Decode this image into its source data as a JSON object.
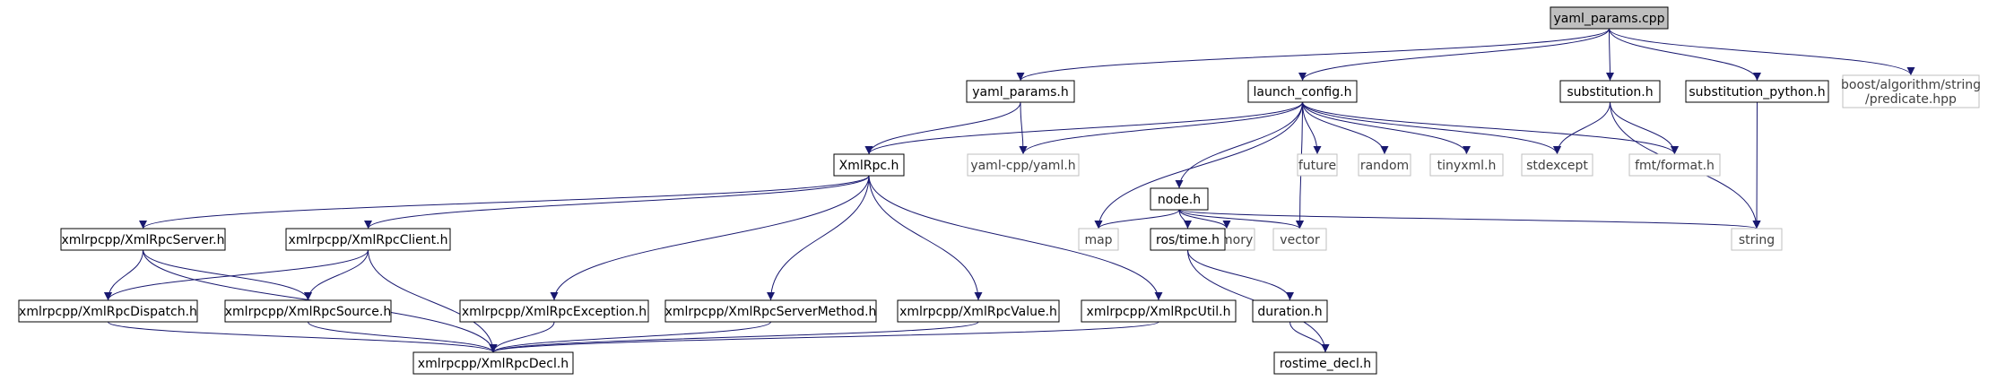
{
  "diagram": {
    "colors": {
      "edge": "#191970",
      "node_border": "#000000",
      "ext_border": "#bfbfbf",
      "root_fill": "#bfbfbf",
      "text": "#000000",
      "ext_text": "#404040"
    },
    "nodes": [
      {
        "id": "yaml_params_cpp",
        "label": "yaml_params.cpp",
        "kind": "root"
      },
      {
        "id": "yaml_params_h",
        "label": "yaml_params.h",
        "kind": "local"
      },
      {
        "id": "launch_config_h",
        "label": "launch_config.h",
        "kind": "local"
      },
      {
        "id": "substitution_h",
        "label": "substitution.h",
        "kind": "local"
      },
      {
        "id": "substitution_python_h",
        "label": "substitution_python.h",
        "kind": "local"
      },
      {
        "id": "boost_predicate",
        "label": "boost/algorithm/string\n/predicate.hpp",
        "kind": "external"
      },
      {
        "id": "xmlrpc_h",
        "label": "XmlRpc.h",
        "kind": "local"
      },
      {
        "id": "yaml_cpp",
        "label": "yaml-cpp/yaml.h",
        "kind": "external"
      },
      {
        "id": "node_h",
        "label": "node.h",
        "kind": "local"
      },
      {
        "id": "future",
        "label": "future",
        "kind": "external"
      },
      {
        "id": "random",
        "label": "random",
        "kind": "external"
      },
      {
        "id": "tinyxml",
        "label": "tinyxml.h",
        "kind": "external"
      },
      {
        "id": "stdexcept",
        "label": "stdexcept",
        "kind": "external"
      },
      {
        "id": "fmt_format",
        "label": "fmt/format.h",
        "kind": "external"
      },
      {
        "id": "map",
        "label": "map",
        "kind": "external"
      },
      {
        "id": "memory",
        "label": "memory",
        "kind": "external"
      },
      {
        "id": "vector",
        "label": "vector",
        "kind": "external"
      },
      {
        "id": "string",
        "label": "string",
        "kind": "external"
      },
      {
        "id": "ros_time",
        "label": "ros/time.h",
        "kind": "local"
      },
      {
        "id": "duration_h",
        "label": "duration.h",
        "kind": "local"
      },
      {
        "id": "rostime_decl",
        "label": "rostime_decl.h",
        "kind": "local"
      },
      {
        "id": "server_h",
        "label": "xmlrpcpp/XmlRpcServer.h",
        "kind": "local"
      },
      {
        "id": "client_h",
        "label": "xmlrpcpp/XmlRpcClient.h",
        "kind": "local"
      },
      {
        "id": "dispatch_h",
        "label": "xmlrpcpp/XmlRpcDispatch.h",
        "kind": "local"
      },
      {
        "id": "source_h",
        "label": "xmlrpcpp/XmlRpcSource.h",
        "kind": "local"
      },
      {
        "id": "exception_h",
        "label": "xmlrpcpp/XmlRpcException.h",
        "kind": "local"
      },
      {
        "id": "servermethod_h",
        "label": "xmlrpcpp/XmlRpcServerMethod.h",
        "kind": "local"
      },
      {
        "id": "value_h",
        "label": "xmlrpcpp/XmlRpcValue.h",
        "kind": "local"
      },
      {
        "id": "util_h",
        "label": "xmlrpcpp/XmlRpcUtil.h",
        "kind": "local"
      },
      {
        "id": "decl_h",
        "label": "xmlrpcpp/XmlRpcDecl.h",
        "kind": "local"
      }
    ],
    "edges": [
      [
        "yaml_params_cpp",
        "yaml_params_h"
      ],
      [
        "yaml_params_cpp",
        "launch_config_h"
      ],
      [
        "yaml_params_cpp",
        "substitution_h"
      ],
      [
        "yaml_params_cpp",
        "substitution_python_h"
      ],
      [
        "yaml_params_cpp",
        "boost_predicate"
      ],
      [
        "yaml_params_h",
        "xmlrpc_h"
      ],
      [
        "yaml_params_h",
        "yaml_cpp"
      ],
      [
        "launch_config_h",
        "xmlrpc_h"
      ],
      [
        "launch_config_h",
        "yaml_cpp"
      ],
      [
        "launch_config_h",
        "node_h"
      ],
      [
        "launch_config_h",
        "future"
      ],
      [
        "launch_config_h",
        "random"
      ],
      [
        "launch_config_h",
        "tinyxml"
      ],
      [
        "launch_config_h",
        "stdexcept"
      ],
      [
        "launch_config_h",
        "fmt_format"
      ],
      [
        "launch_config_h",
        "map"
      ],
      [
        "launch_config_h",
        "vector"
      ],
      [
        "substitution_h",
        "stdexcept"
      ],
      [
        "substitution_h",
        "fmt_format"
      ],
      [
        "substitution_h",
        "string"
      ],
      [
        "substitution_python_h",
        "string"
      ],
      [
        "node_h",
        "map"
      ],
      [
        "node_h",
        "memory"
      ],
      [
        "node_h",
        "vector"
      ],
      [
        "node_h",
        "string"
      ],
      [
        "node_h",
        "ros_time"
      ],
      [
        "ros_time",
        "duration_h"
      ],
      [
        "ros_time",
        "rostime_decl"
      ],
      [
        "duration_h",
        "rostime_decl"
      ],
      [
        "xmlrpc_h",
        "server_h"
      ],
      [
        "xmlrpc_h",
        "client_h"
      ],
      [
        "xmlrpc_h",
        "exception_h"
      ],
      [
        "xmlrpc_h",
        "servermethod_h"
      ],
      [
        "xmlrpc_h",
        "value_h"
      ],
      [
        "xmlrpc_h",
        "util_h"
      ],
      [
        "server_h",
        "dispatch_h"
      ],
      [
        "server_h",
        "source_h"
      ],
      [
        "server_h",
        "decl_h"
      ],
      [
        "client_h",
        "dispatch_h"
      ],
      [
        "client_h",
        "source_h"
      ],
      [
        "client_h",
        "decl_h"
      ],
      [
        "dispatch_h",
        "decl_h"
      ],
      [
        "source_h",
        "decl_h"
      ],
      [
        "exception_h",
        "decl_h"
      ],
      [
        "servermethod_h",
        "decl_h"
      ],
      [
        "value_h",
        "decl_h"
      ],
      [
        "util_h",
        "decl_h"
      ]
    ]
  }
}
